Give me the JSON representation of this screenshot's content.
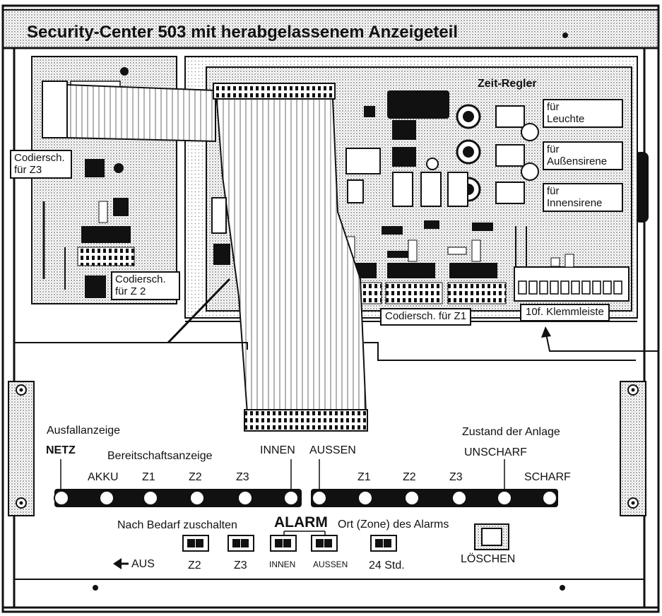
{
  "title": "Security-Center 503 mit herabgelassenem Anzeigeteil",
  "labels": {
    "zeit_regler": "Zeit-Regler",
    "coder_z3": [
      "Codiersch.",
      "für Z3"
    ],
    "coder_z2": [
      "Codiersch.",
      "für Z 2"
    ],
    "coder_z1": "Codiersch. für Z1",
    "klemmleiste": "10f. Klemmleiste",
    "fuer_leuchte": [
      "für",
      "Leuchte"
    ],
    "fuer_aussensirene": [
      "für",
      "Außensirene"
    ],
    "fuer_innensirene": [
      "für",
      "Innensirene"
    ]
  },
  "panel": {
    "ausfallanzeige": "Ausfallanzeige",
    "bereitschaftsanzeige": "Bereitschaftsanzeige",
    "zustand": "Zustand der Anlage",
    "netz": "NETZ",
    "innen_top": "INNEN",
    "aussen_top": "AUSSEN",
    "unscharf": "UNSCHARF",
    "scharf": "SCHARF",
    "left_leds": [
      "AKKU",
      "Z1",
      "Z2",
      "Z3"
    ],
    "right_leds": [
      "Z1",
      "Z2",
      "Z3"
    ],
    "nach_bedarf": "Nach Bedarf zuschalten",
    "alarm": "ALARM",
    "ort_zone": "Ort (Zone) des Alarms",
    "aus": "AUS",
    "switches": [
      "Z2",
      "Z3",
      "INNEN",
      "AUSSEN",
      "24 Std."
    ],
    "loeschen": "LÖSCHEN"
  }
}
